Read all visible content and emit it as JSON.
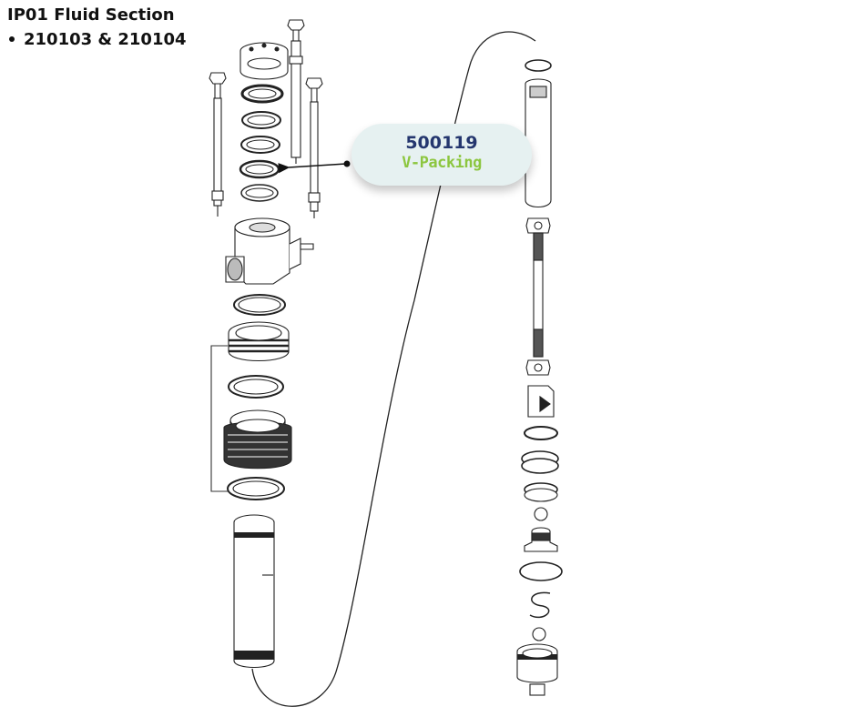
{
  "header": {
    "title": "IP01 Fluid Section",
    "bullet": "210103 & 210104"
  },
  "callout": {
    "part_number": "500119",
    "part_name": "V-Packing"
  },
  "colors": {
    "part_number": "#24366e",
    "part_name": "#8cc63f",
    "callout_bg": "#e6f1f1",
    "line": "#111111"
  },
  "icons": [
    "exploded-view-left-assembly",
    "exploded-view-right-assembly",
    "leader-arrow"
  ]
}
